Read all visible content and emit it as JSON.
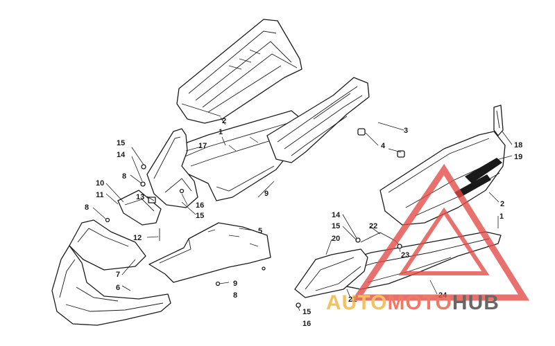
{
  "watermark": {
    "part1": "AUTO",
    "part2": "MOTO",
    "part3": "HUB",
    "colors": {
      "auto": "#f2b035",
      "moto": "#e8553c",
      "hub": "#3d3d3d",
      "triangle": "#e34a45"
    }
  },
  "callouts": {
    "c1a": "1",
    "c1b": "1",
    "c2a": "2",
    "c2b": "2",
    "c3": "3",
    "c4": "4",
    "c5": "5",
    "c6": "6",
    "c7": "7",
    "c8a": "8",
    "c8b": "8",
    "c8c": "8",
    "c9a": "9",
    "c9b": "9",
    "c10": "10",
    "c11": "11",
    "c12": "12",
    "c13": "13",
    "c14a": "14",
    "c14b": "14",
    "c15a": "15",
    "c15b": "15",
    "c15c": "15",
    "c15d": "15",
    "c16a": "16",
    "c16b": "16",
    "c17": "17",
    "c18": "18",
    "c19": "19",
    "c20": "20",
    "c21": "21",
    "c22": "22",
    "c23": "23",
    "c24": "24"
  }
}
